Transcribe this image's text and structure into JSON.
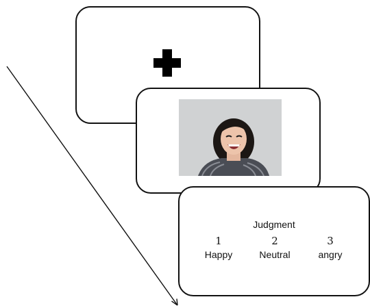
{
  "judgment_screen": {
    "title": "Judgment",
    "options": [
      {
        "number": "1",
        "label": "Happy"
      },
      {
        "number": "2",
        "label": "Neutral"
      },
      {
        "number": "3",
        "label": "angry"
      }
    ]
  },
  "icons": {
    "fixation": "plus-icon",
    "time": "arrow-icon"
  },
  "colors": {
    "stroke": "#111111",
    "photo_background": "#d7d8da"
  }
}
